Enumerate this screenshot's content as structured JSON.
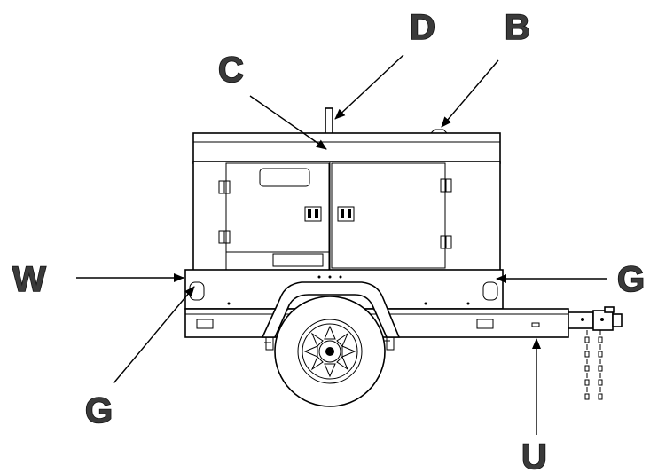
{
  "diagram": {
    "labels": {
      "d": "D",
      "b": "B",
      "c": "C",
      "w": "W",
      "g_right": "G",
      "g_left": "G",
      "u": "U"
    }
  }
}
